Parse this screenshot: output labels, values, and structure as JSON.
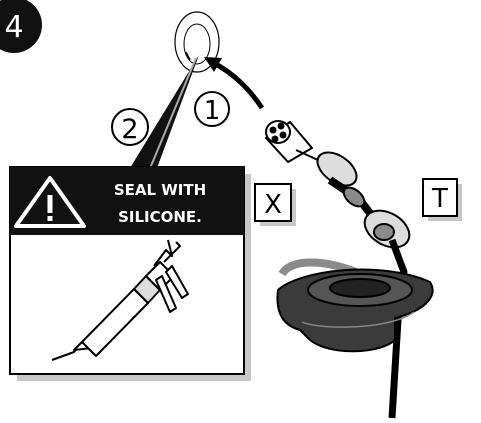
{
  "step_number": "4",
  "callouts": {
    "one": "1",
    "two": "2"
  },
  "warning": {
    "line1": "SEAL WITH",
    "line2": "SILICONE."
  },
  "labels": {
    "x": "X",
    "t": "T"
  },
  "icons": [
    "warning-triangle-icon",
    "caulking-gun-icon",
    "connector-plug-icon",
    "grommet-seal-icon",
    "arrow-icon"
  ],
  "colors": {
    "ink": "#000000",
    "paper": "#ffffff",
    "shadow": "#c8c8c8",
    "grey": "#8a8a8a",
    "dark": "#3b3b3b"
  }
}
